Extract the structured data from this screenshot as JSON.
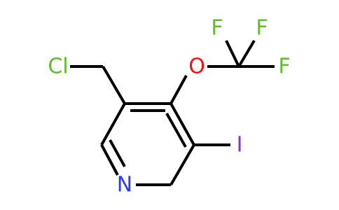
{
  "molecule": {
    "atoms": {
      "cl": {
        "symbol": "Cl",
        "color": "#5fbf2a"
      },
      "o": {
        "symbol": "O",
        "color": "#ff0d0d"
      },
      "f1": {
        "symbol": "F",
        "color": "#5fbf2a"
      },
      "f2": {
        "symbol": "F",
        "color": "#5fbf2a"
      },
      "f3": {
        "symbol": "F",
        "color": "#5fbf2a"
      },
      "i": {
        "symbol": "I",
        "color": "#8a2be2"
      },
      "n": {
        "symbol": "N",
        "color": "#2d3bea"
      }
    },
    "bond_color": "#000000"
  }
}
